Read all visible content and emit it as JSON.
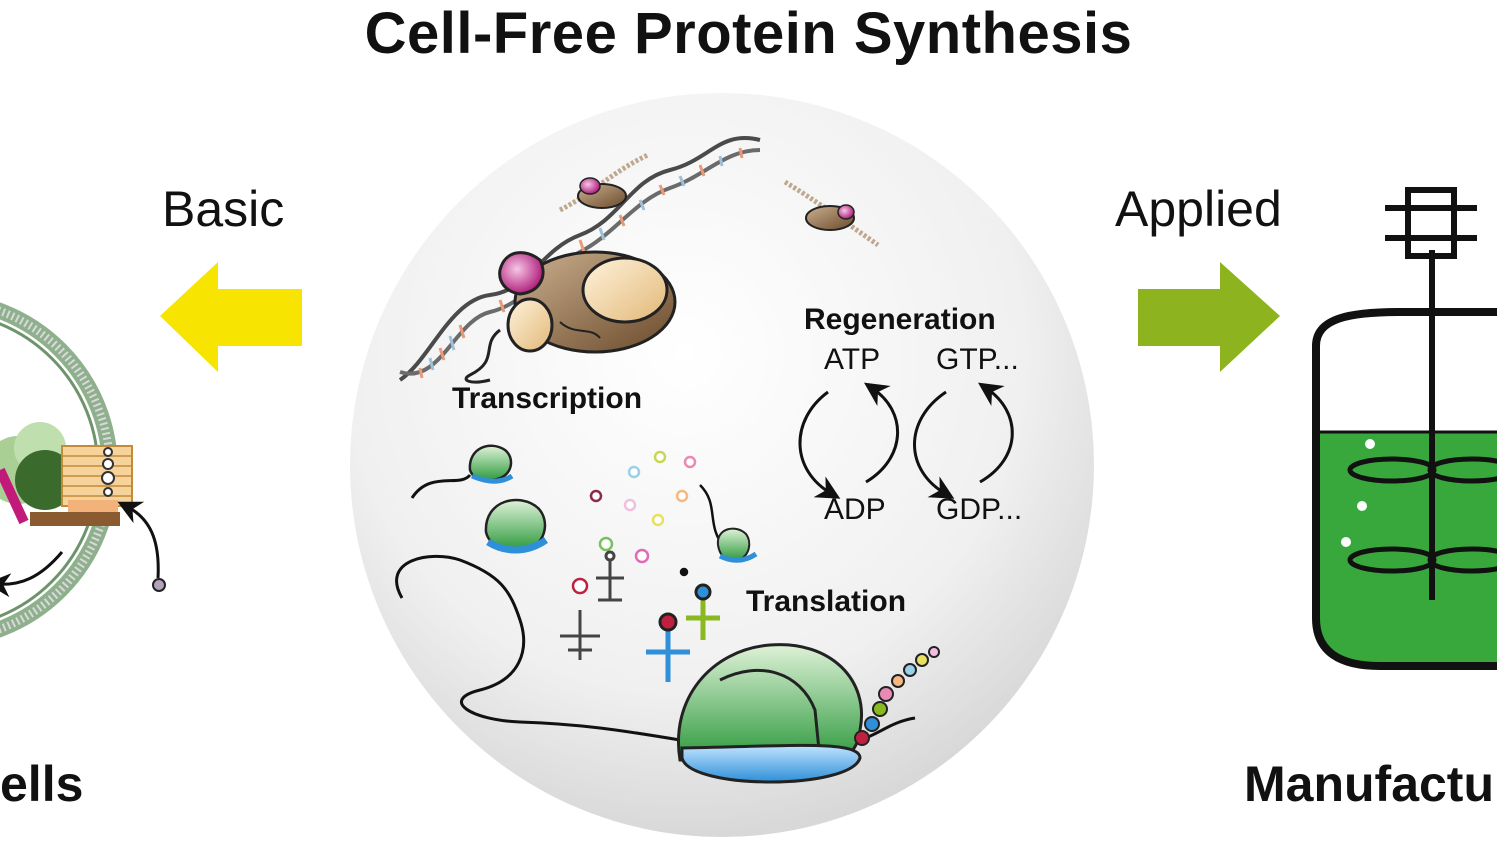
{
  "title": "Cell-Free Protein Synthesis",
  "left": {
    "arrow_label": "Basic",
    "bottom_label": "ells"
  },
  "right": {
    "arrow_label": "Applied",
    "bottom_label": "Manufactu"
  },
  "center": {
    "transcription": "Transcription",
    "translation": "Translation",
    "regeneration": {
      "title": "Regeneration",
      "atp": "ATP",
      "gtp": "GTP...",
      "adp": "ADP",
      "gdp": "GDP..."
    }
  },
  "colors": {
    "basic_arrow": "#f7e400",
    "applied_arrow": "#8db41e",
    "reactor_liquid": "#39a83c",
    "ribosome_green": "#2e9a3e",
    "ribosome_blue": "#2f8fd8",
    "rna_polymerase": "#8a6a4a",
    "cell_membrane": "#8fb08d"
  }
}
